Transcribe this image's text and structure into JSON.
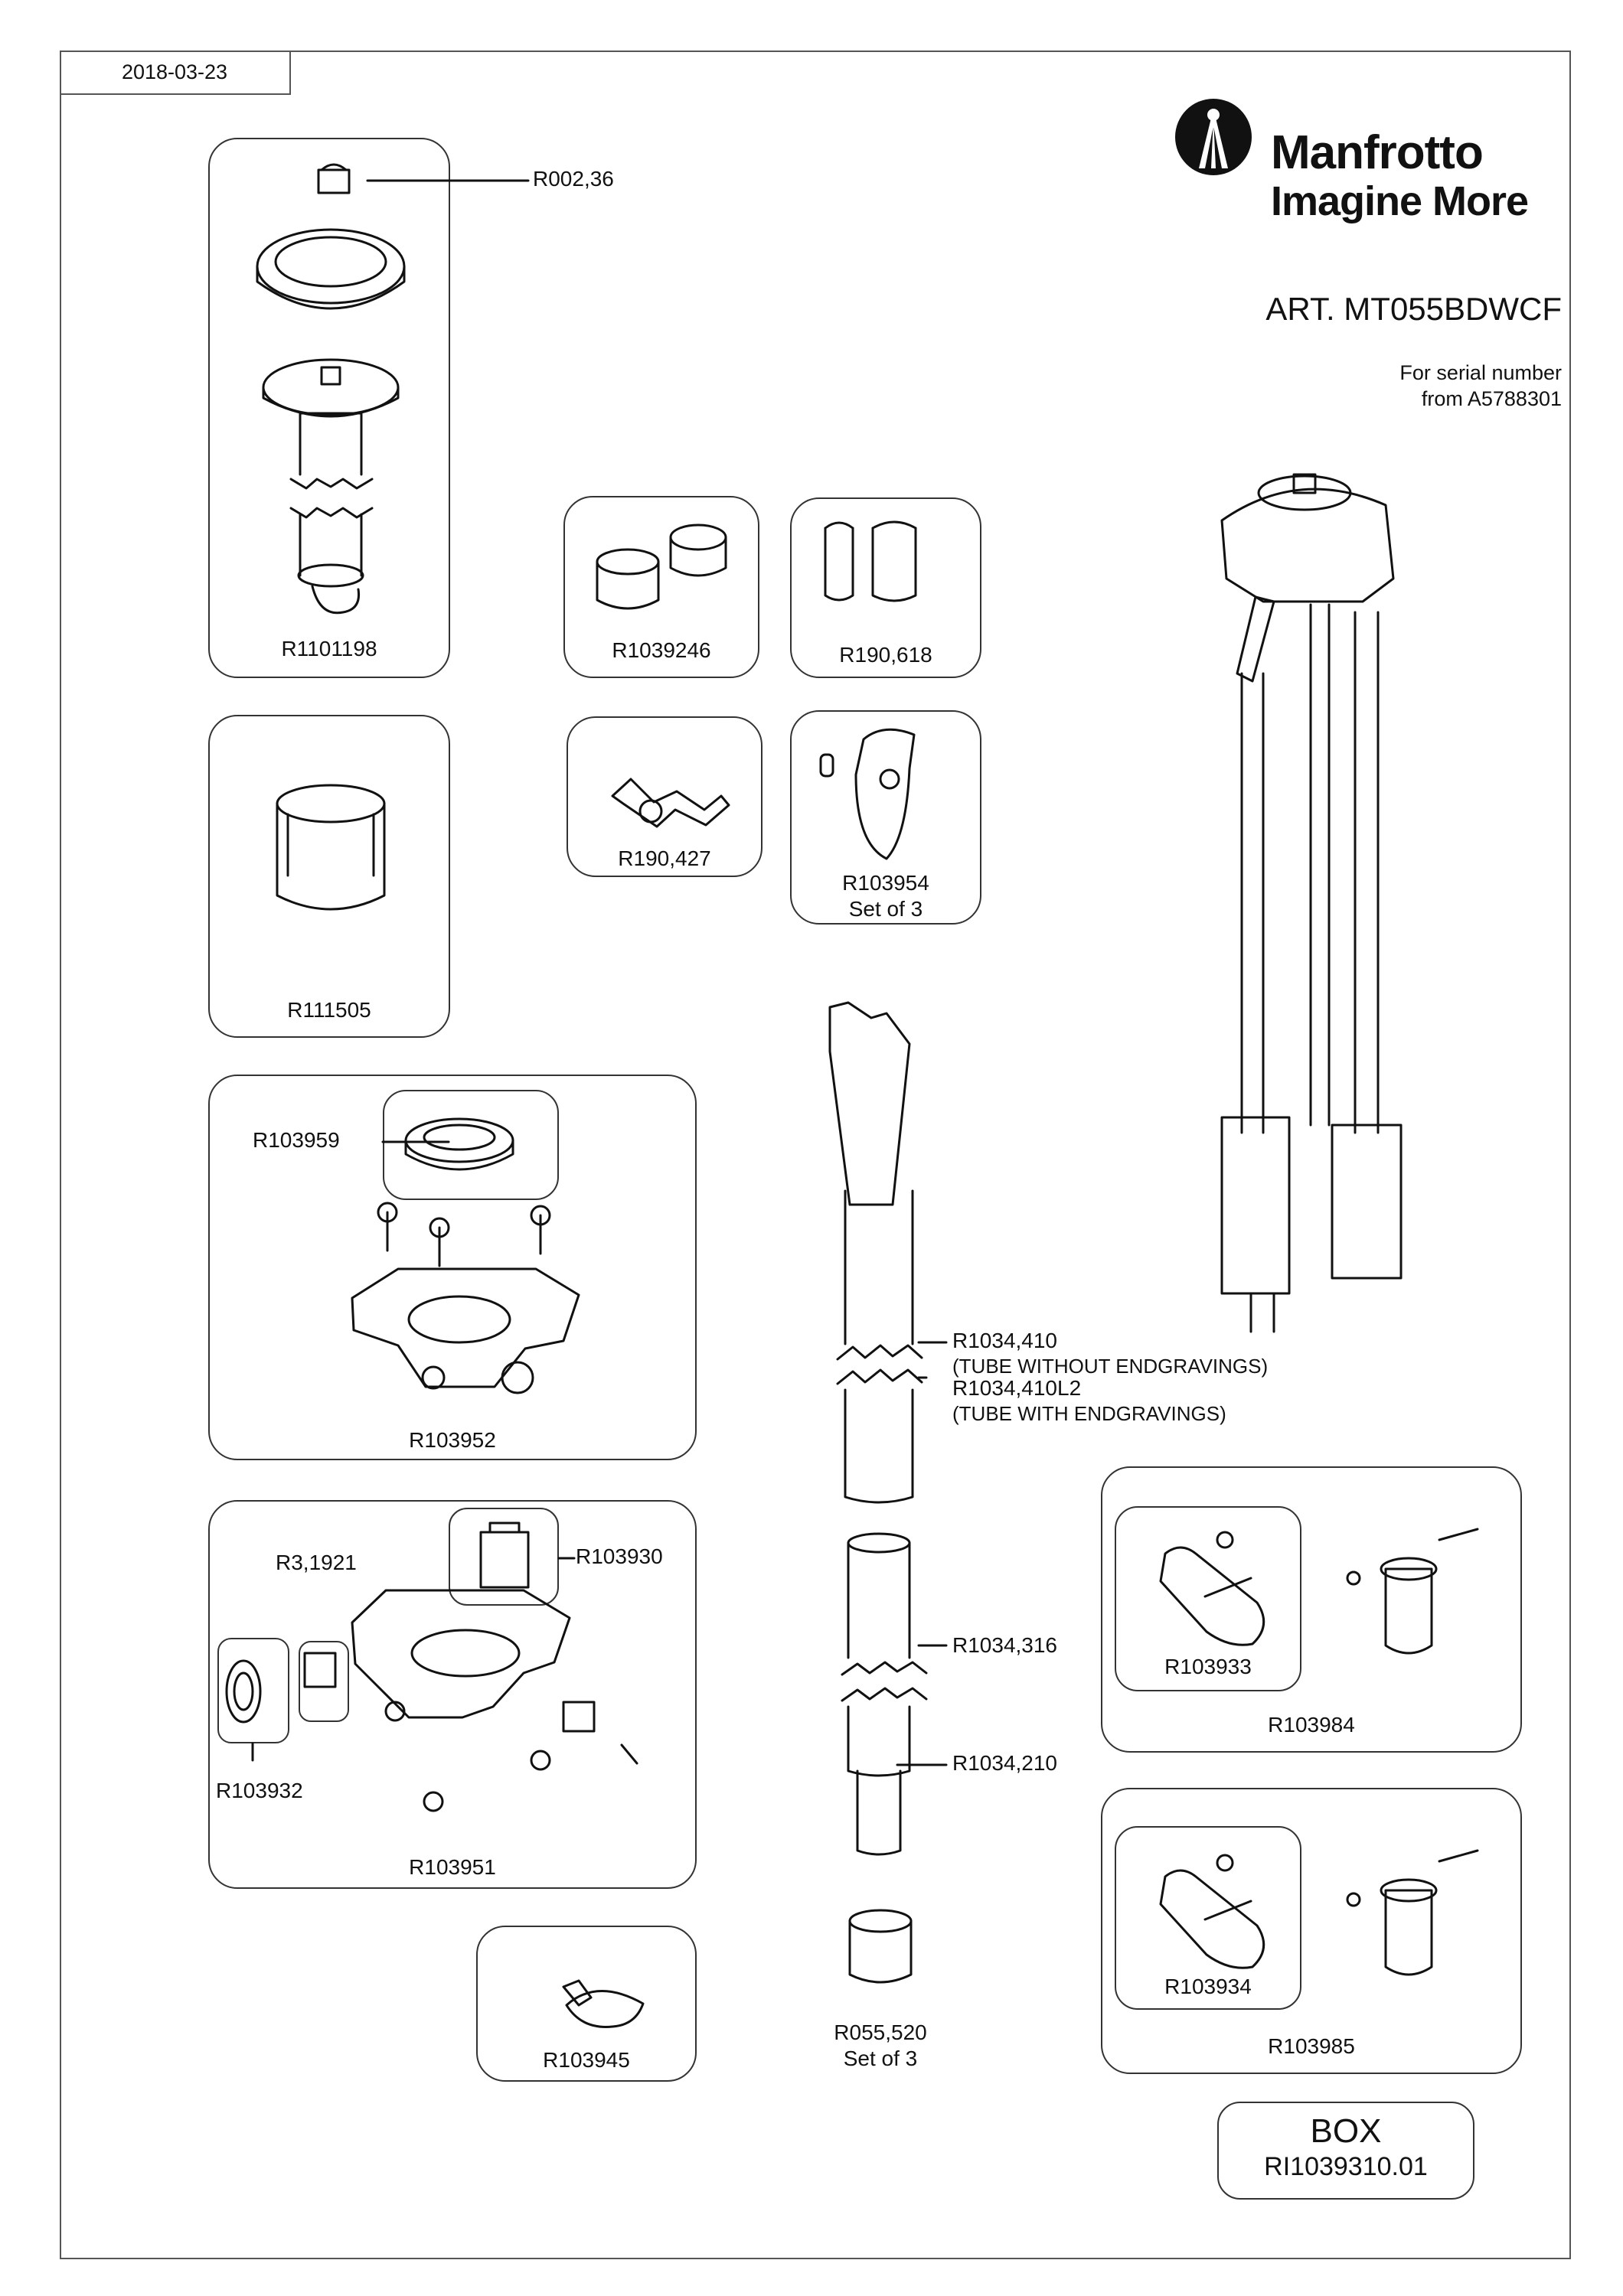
{
  "header": {
    "date": "2018-03-23",
    "brand_name": "Manfrotto",
    "brand_tagline": "Imagine More",
    "article": "ART. MT055BDWCF",
    "serial_line1": "For serial number",
    "serial_line2": "from A5788301"
  },
  "parts": {
    "r002_36": "R002,36",
    "r1101198": "R1101198",
    "r1039246": "R1039246",
    "r190_618": "R190,618",
    "r111505": "R111505",
    "r190_427": "R190,427",
    "r103954": "R103954",
    "set_of_3_a": "Set of 3",
    "r103959": "R103959",
    "r103952": "R103952",
    "r1034_410": "R1034,410",
    "r1034_410_note": "(TUBE WITHOUT ENDGRAVINGS)",
    "r1034_410l2": "R1034,410L2",
    "r1034_410l2_note": "(TUBE WITH ENDGRAVINGS)",
    "r3_1921": "R3,1921",
    "r103930": "R103930",
    "r103932": "R103932",
    "r103951": "R103951",
    "r1034_316": "R1034,316",
    "r1034_210": "R1034,210",
    "r103933": "R103933",
    "r103984": "R103984",
    "r103934": "R103934",
    "r103985": "R103985",
    "r103945": "R103945",
    "r055_520": "R055,520",
    "set_of_3_b": "Set of 3"
  },
  "box": {
    "title": "BOX",
    "code": "RI1039310.01"
  }
}
